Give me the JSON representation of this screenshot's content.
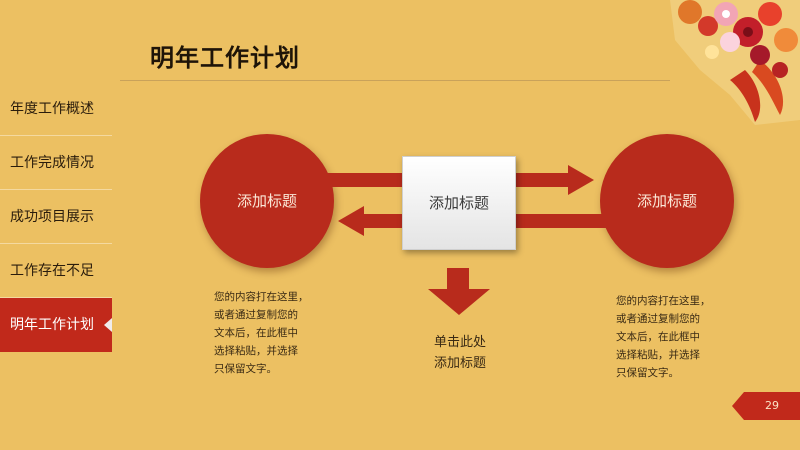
{
  "slide": {
    "title": "明年工作计划",
    "page_number": "29"
  },
  "sidebar": {
    "items": [
      {
        "label": "年度工作概述"
      },
      {
        "label": "工作完成情况"
      },
      {
        "label": "成功项目展示"
      },
      {
        "label": "工作存在不足"
      },
      {
        "label": "明年工作计划",
        "active": true
      }
    ]
  },
  "diagram": {
    "left_circle": "添加标题",
    "center_box": "添加标题",
    "right_circle": "添加标题",
    "left_text": "您的内容打在这里，\n或者通过复制您的\n文本后，在此框中\n选择粘贴，并选择\n只保留文字。",
    "right_text": "您的内容打在这里，\n或者通过复制您的\n文本后，在此框中\n选择粘贴，并选择\n只保留文字。",
    "click_text": "单击此处\n添加标题"
  },
  "colors": {
    "background": "#ecc062",
    "accent_red": "#b82b1c",
    "box_gray": "#e4e4e4"
  }
}
